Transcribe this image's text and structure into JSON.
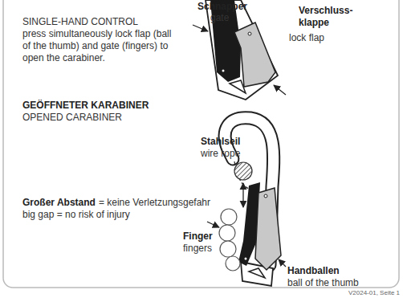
{
  "diagram": {
    "labels": [
      "Schnapper",
      "gate",
      "Verschluss- klappe",
      "lock flap",
      "SINGLE-HAND CONTROL",
      "press simultaneously lock flap (ball of the thumb) and gate (fingers) to open the carabiner.",
      "GEÖFFNETER KARABINER",
      "OPENED CARABINER",
      "Stahlseil",
      "wire rope",
      "Großer Abstand",
      "= keine Verletzungsgefahr",
      "big gap = no risk of injury",
      "Finger",
      "fingers",
      "Handballen",
      "ball of the thumb",
      "V2024-01, Seite 1"
    ]
  }
}
